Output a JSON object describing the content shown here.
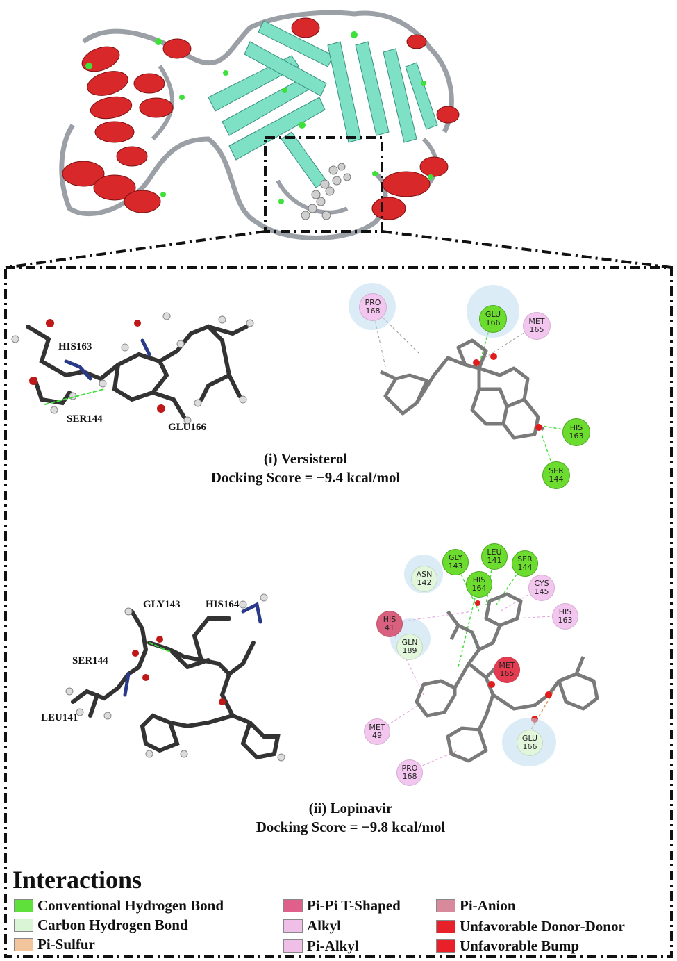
{
  "panels": [
    {
      "numeral": "(i)",
      "name": "Versisterol",
      "score": "Docking Score = −9.4 kcal/mol",
      "labels_3d": [
        "HIS163",
        "SER144",
        "GLU166"
      ],
      "residues": [
        {
          "name": "PRO",
          "num": "168",
          "type": "alkyl"
        },
        {
          "name": "GLU",
          "num": "166",
          "type": "conventional"
        },
        {
          "name": "MET",
          "num": "165",
          "type": "alkyl"
        },
        {
          "name": "HIS",
          "num": "163",
          "type": "conventional"
        },
        {
          "name": "SER",
          "num": "144",
          "type": "conventional"
        }
      ]
    },
    {
      "numeral": "(ii)",
      "name": "Lopinavir",
      "score": "Docking Score = −9.8 kcal/mol",
      "labels_3d": [
        "GLY143",
        "HIS164",
        "SER144",
        "LEU141"
      ],
      "residues": [
        {
          "name": "GLY",
          "num": "143",
          "type": "conventional"
        },
        {
          "name": "LEU",
          "num": "141",
          "type": "conventional"
        },
        {
          "name": "SER",
          "num": "144",
          "type": "conventional"
        },
        {
          "name": "ASN",
          "num": "142",
          "type": "carbon"
        },
        {
          "name": "HIS",
          "num": "164",
          "type": "conventional"
        },
        {
          "name": "CYS",
          "num": "145",
          "type": "alkyl"
        },
        {
          "name": "HIS",
          "num": "41",
          "type": "pipi"
        },
        {
          "name": "HIS",
          "num": "163",
          "type": "alkyl"
        },
        {
          "name": "GLN",
          "num": "189",
          "type": "carbon"
        },
        {
          "name": "MET",
          "num": "165",
          "type": "bump"
        },
        {
          "name": "MET",
          "num": "49",
          "type": "alkyl"
        },
        {
          "name": "GLU",
          "num": "166",
          "type": "carbon"
        },
        {
          "name": "PRO",
          "num": "168",
          "type": "alkyl"
        }
      ]
    }
  ],
  "legend": {
    "title": "Interactions",
    "items": [
      {
        "label": "Conventional Hydrogen Bond",
        "color": "#5fe03a"
      },
      {
        "label": "Carbon Hydrogen Bond",
        "color": "#d9f5d6"
      },
      {
        "label": "Pi-Sulfur",
        "color": "#f2c59c"
      },
      {
        "label": "Pi-Pi T-Shaped",
        "color": "#e0608c"
      },
      {
        "label": "Alkyl",
        "color": "#f0bfe8"
      },
      {
        "label": "Pi-Alkyl",
        "color": "#f0bfe8"
      },
      {
        "label": "Pi-Anion",
        "color": "#d88a9c"
      },
      {
        "label": "Unfavorable Donor-Donor",
        "color": "#e8202a"
      },
      {
        "label": "Unfavorable Bump",
        "color": "#e8202a"
      }
    ]
  },
  "residue_colors": {
    "conventional": "#6cdc2e",
    "carbon": "#e2f6dc",
    "alkyl": "#f2c6ee",
    "pipi": "#d9607e",
    "bump": "#e63c52"
  },
  "icons": [
    "protein-ribbon",
    "ligand-ball-and-stick"
  ]
}
